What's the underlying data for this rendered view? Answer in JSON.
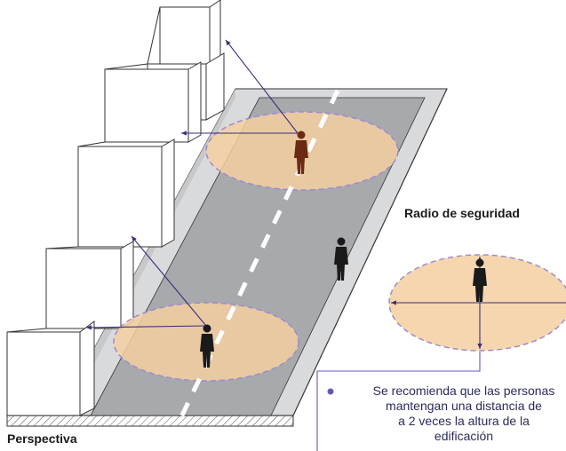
{
  "labels": {
    "perspectiva": "Perspectiva",
    "radio": "Radio de seguridad"
  },
  "note": {
    "lines": [
      "Se recomienda que las personas",
      "mantengan una distancia de",
      "a 2 veces la altura de la",
      "edificación"
    ]
  },
  "colors": {
    "safety_zone": "#f5cfa0",
    "safety_outline": "#9b8bd0",
    "road": "#a7a9ac",
    "sidewalk": "#d9dadc",
    "arrow": "#3d2d7a",
    "person_highlight": "#6b2a12",
    "person": "#1a1a1a",
    "bullet": "#6b54b8"
  }
}
